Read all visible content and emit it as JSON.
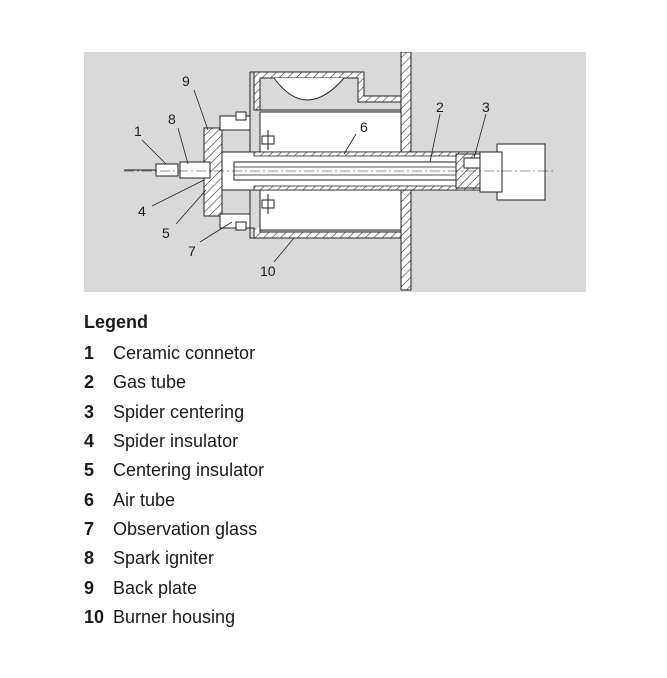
{
  "legend": {
    "title": "Legend",
    "items": [
      {
        "num": "1",
        "label": "Ceramic connetor"
      },
      {
        "num": "2",
        "label": "Gas tube"
      },
      {
        "num": "3",
        "label": "Spider centering"
      },
      {
        "num": "4",
        "label": "Spider insulator"
      },
      {
        "num": "5",
        "label": "Centering insulator"
      },
      {
        "num": "6",
        "label": "Air tube"
      },
      {
        "num": "7",
        "label": "Observation glass"
      },
      {
        "num": "8",
        "label": "Spark igniter"
      },
      {
        "num": "9",
        "label": "Back plate"
      },
      {
        "num": "10",
        "label": "Burner housing"
      }
    ]
  },
  "figure": {
    "background": "#d9d9d9",
    "callouts": {
      "c1": "1",
      "c2": "2",
      "c3": "3",
      "c4": "4",
      "c5": "5",
      "c6": "6",
      "c7": "7",
      "c8": "8",
      "c9": "9",
      "c10": "10"
    }
  }
}
